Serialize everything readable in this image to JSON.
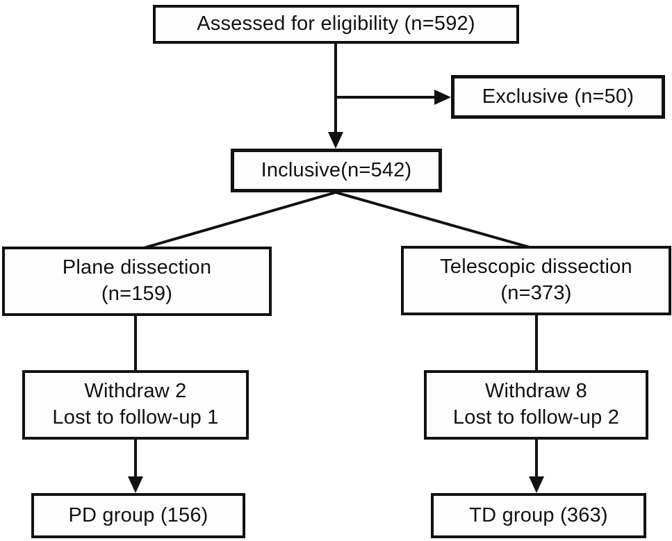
{
  "diagram": {
    "type": "flowchart",
    "boxes": {
      "assessed": {
        "label": "Assessed for eligibility (n=592)"
      },
      "exclusive": {
        "label": "Exclusive (n=50)"
      },
      "inclusive": {
        "label": "Inclusive(n=542)"
      },
      "plane": {
        "line1": "Plane dissection",
        "line2": "(n=159)"
      },
      "telescopic": {
        "line1": "Telescopic dissection",
        "line2": "(n=373)"
      },
      "withdraw_left": {
        "line1": "Withdraw 2",
        "line2": "Lost to follow-up 1"
      },
      "withdraw_right": {
        "line1": "Withdraw 8",
        "line2": "Lost to follow-up 2"
      },
      "pd_group": {
        "label": "PD group (156)"
      },
      "td_group": {
        "label": "TD group (363)"
      }
    },
    "colors": {
      "line": "#111111",
      "text": "#111111",
      "background": "#ffffff",
      "box_background": "#fdfdfd"
    }
  }
}
